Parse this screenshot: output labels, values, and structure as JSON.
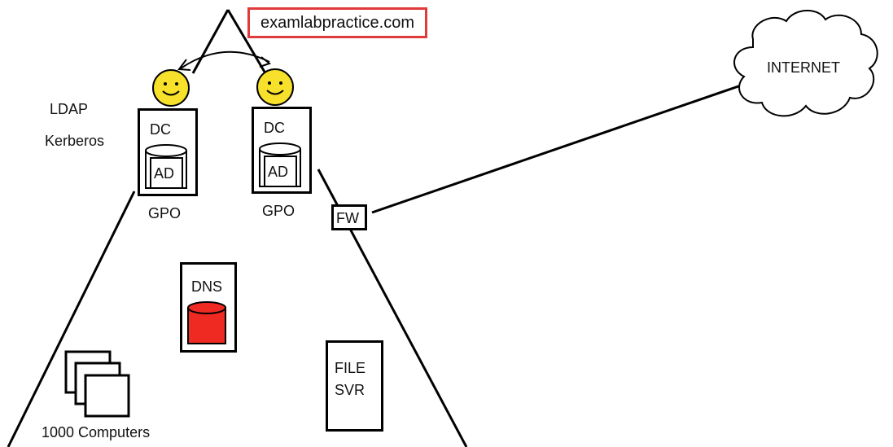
{
  "site": {
    "watermark": "examlabpractice.com"
  },
  "protocols": {
    "ldap": "LDAP",
    "kerberos": "Kerberos"
  },
  "domain_controllers": [
    {
      "label": "DC",
      "store": "AD",
      "policy": "GPO"
    },
    {
      "label": "DC",
      "store": "AD",
      "policy": "GPO"
    }
  ],
  "dns": {
    "label": "DNS",
    "db_color": "#ee2a22"
  },
  "firewall": {
    "label": "FW"
  },
  "internet": {
    "label": "INTERNET"
  },
  "file_server": {
    "line1": "FILE",
    "line2": "SVR"
  },
  "computers": {
    "label": "1000 Computers"
  },
  "colors": {
    "smiley": "#f7e12b",
    "outline": "#000000",
    "watermark_border": "#e03a3a"
  }
}
